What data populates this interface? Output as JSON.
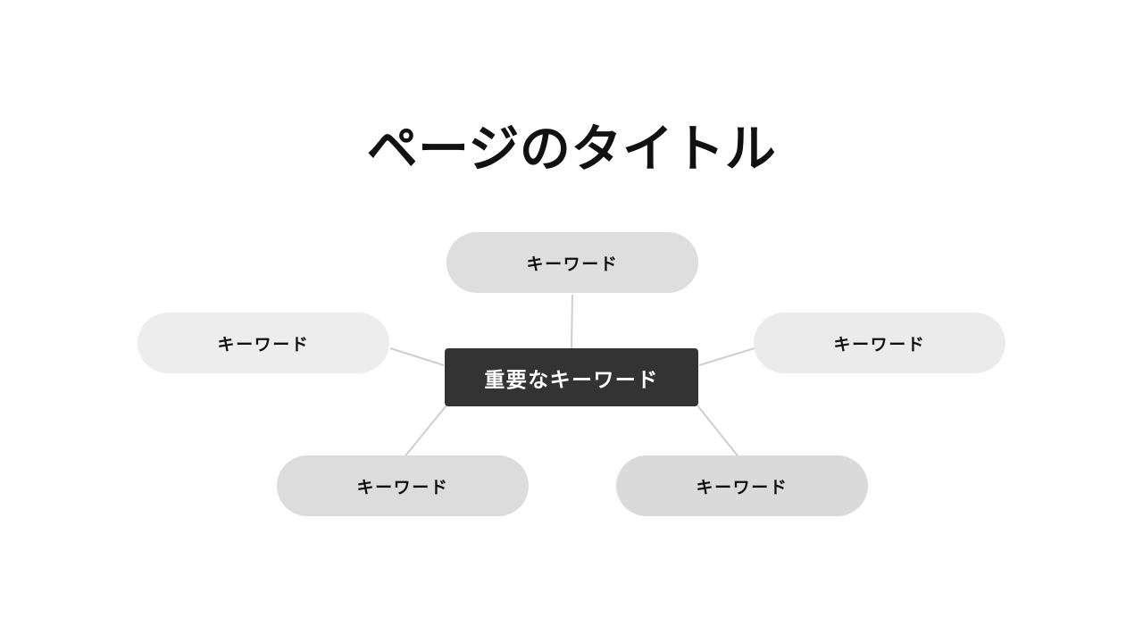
{
  "slide": {
    "background_color": "#ffffff",
    "title": "ページのタイトル"
  },
  "diagram": {
    "type": "mind-map",
    "center": {
      "label": "重要なキーワード",
      "fill_color": "#333333",
      "text_color": "#ffffff"
    },
    "connector_color": "#cfcfcf",
    "branches": [
      {
        "id": "top",
        "label": "キーワード",
        "fill_color": "#dedede",
        "text_color": "#111111"
      },
      {
        "id": "left",
        "label": "キーワード",
        "fill_color": "#ededed",
        "text_color": "#111111"
      },
      {
        "id": "right",
        "label": "キーワード",
        "fill_color": "#ebebeb",
        "text_color": "#111111"
      },
      {
        "id": "bottom-left",
        "label": "キーワード",
        "fill_color": "#dcdcdc",
        "text_color": "#111111"
      },
      {
        "id": "bottom-right",
        "label": "キーワード",
        "fill_color": "#dadada",
        "text_color": "#111111"
      }
    ]
  }
}
